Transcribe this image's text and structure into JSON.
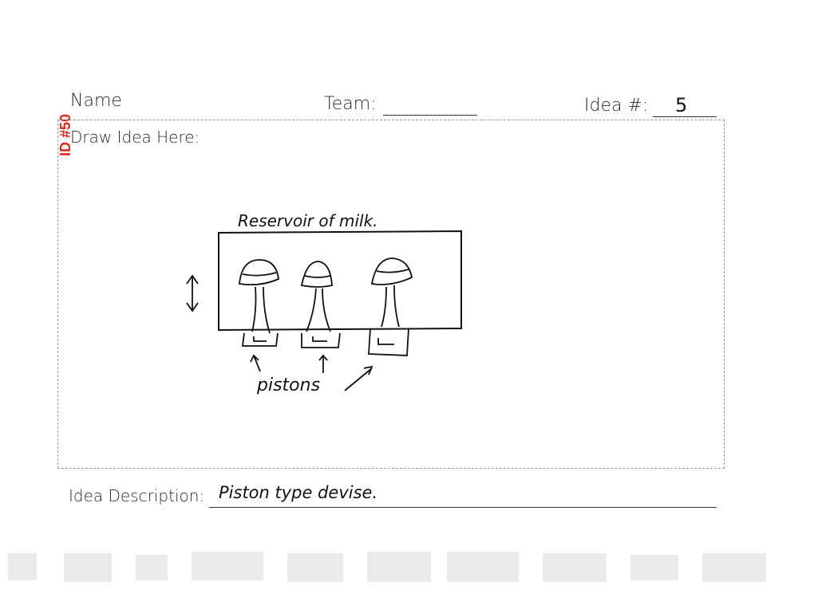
{
  "form": {
    "id_tag": "ID #50",
    "name_label": "Name",
    "team_label": "Team:",
    "idea_num_label": "Idea #:",
    "idea_num_value": "5",
    "draw_label": "Draw Idea Here:",
    "description_label": "Idea Description:",
    "description_value": "Piston type devise."
  },
  "sketch": {
    "reservoir_label": "Reservoir of milk.",
    "pistons_label": "pistons"
  }
}
